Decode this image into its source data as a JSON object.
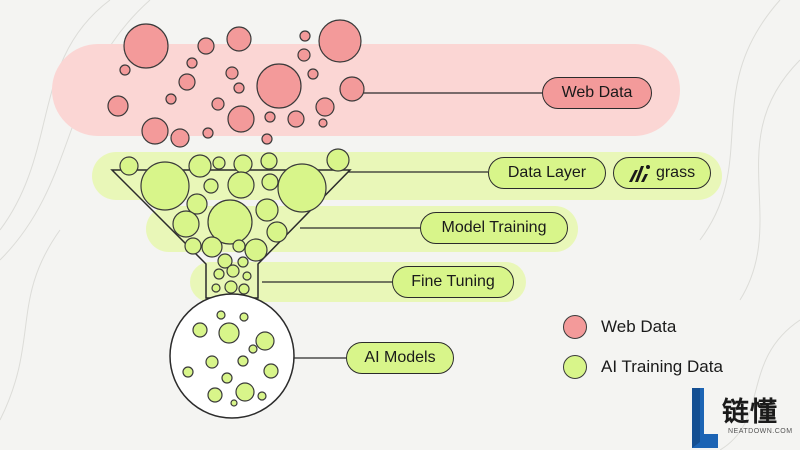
{
  "labels": {
    "web_data": "Web Data",
    "data_layer": "Data Layer",
    "grass": "grass",
    "model_training": "Model Training",
    "fine_tuning": "Fine Tuning",
    "ai_models": "AI Models"
  },
  "legend": [
    {
      "label": "Web Data",
      "color": "#f39a9a"
    },
    {
      "label": "AI Training Data",
      "color": "#d8f58a"
    }
  ],
  "watermark": {
    "cn": "链懂",
    "sub": "NEATDOWN.COM"
  },
  "colors": {
    "web_red": "#f39a9a",
    "band_red": "#fbd6d4",
    "ai_green": "#d8f58a",
    "band_green": "#e9f7b8",
    "brand_blue": "#1c64b4"
  }
}
